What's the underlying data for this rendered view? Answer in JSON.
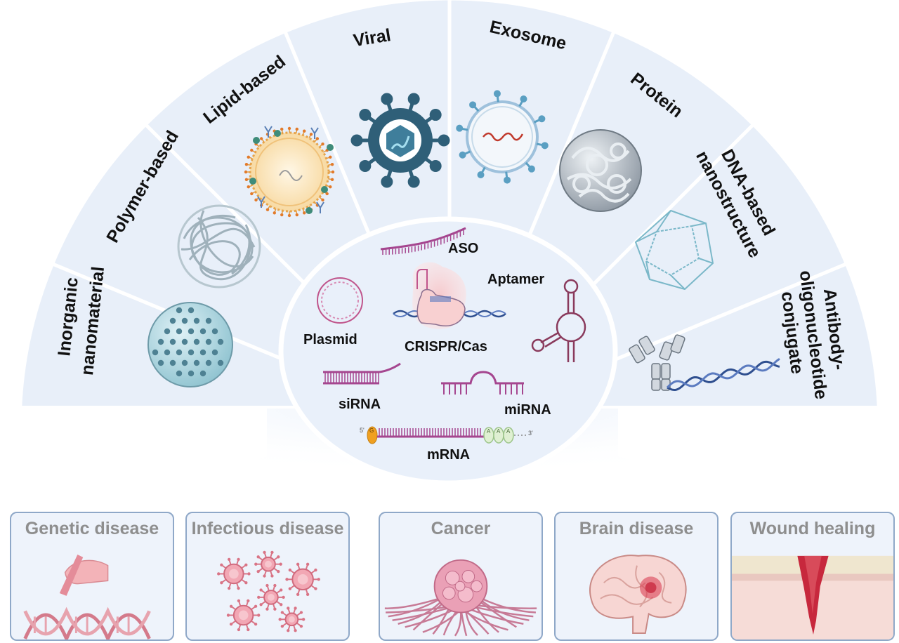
{
  "carriers": {
    "inorganic": {
      "line1": "Inorganic",
      "line2": "nanomaterial"
    },
    "polymer": "Polymer-based",
    "lipid": "Lipid-based",
    "viral": "Viral",
    "exosome": "Exosome",
    "protein": "Protein",
    "dna": {
      "line1": "DNA-based",
      "line2": "nanostructure"
    },
    "antibody": {
      "line1": "Antibody-",
      "line2": "oligonucleotide",
      "line3": "conjugate"
    }
  },
  "payloads": {
    "aso": "ASO",
    "aptamer": "Aptamer",
    "plasmid": "Plasmid",
    "crispr": "CRISPR/Cas",
    "sirna": "siRNA",
    "mirna": "miRNA",
    "mrna": "mRNA",
    "mrna_5prime": "5'",
    "mrna_3prime": "3'",
    "mrna_cap": "G",
    "mrna_polya": "A"
  },
  "applications": [
    {
      "title": "Genetic disease"
    },
    {
      "title": "Infectious disease"
    },
    {
      "title": "Cancer"
    },
    {
      "title": "Brain disease"
    },
    {
      "title": "Wound healing"
    }
  ],
  "colors": {
    "fan_fill": "#e8eff9",
    "divider": "#ffffff",
    "rna": "#a5468f",
    "dna_blue": "#2f4f8f",
    "viral": "#2f5f78",
    "card_border": "#8fa8c8"
  }
}
